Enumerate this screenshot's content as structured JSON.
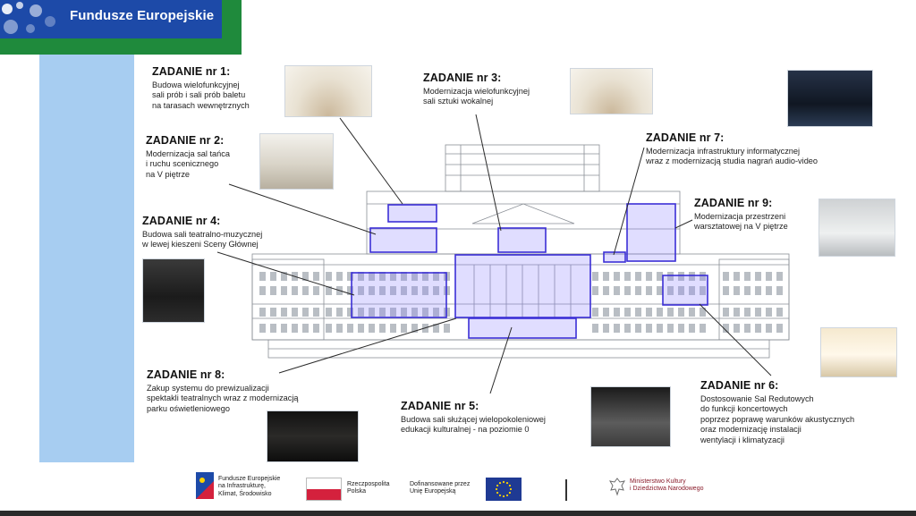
{
  "header": {
    "program_title": "Fundusze Europejskie"
  },
  "tasks": [
    {
      "id": "t1",
      "title": "ZADANIE nr 1:",
      "lines": [
        "Budowa wielofunkcyjnej",
        "sali prób i sali prób baletu",
        "na tarasach wewnętrznych"
      ]
    },
    {
      "id": "t2",
      "title": "ZADANIE nr 2:",
      "lines": [
        "Modernizacja sal tańca",
        "i ruchu scenicznego",
        "na V piętrze"
      ]
    },
    {
      "id": "t3",
      "title": "ZADANIE nr 3:",
      "lines": [
        "Modernizacja wielofunkcyjnej",
        "sali sztuki wokalnej"
      ]
    },
    {
      "id": "t4",
      "title": "ZADANIE nr 4:",
      "lines": [
        "Budowa sali teatralno-muzycznej",
        "w lewej kieszeni Sceny Głównej"
      ]
    },
    {
      "id": "t5",
      "title": "ZADANIE nr 5:",
      "lines": [
        "Budowa sali służącej wielopokoleniowej",
        "edukacji kulturalnej - na poziomie 0"
      ]
    },
    {
      "id": "t6",
      "title": "ZADANIE nr 6:",
      "lines": [
        "Dostosowanie Sal Redutowych",
        "do funkcji koncertowych",
        "poprzez poprawę warunków akustycznych",
        "oraz modernizację instalacji",
        "wentylacji i klimatyzacji"
      ]
    },
    {
      "id": "t7",
      "title": "ZADANIE nr 7:",
      "lines": [
        "Modernizacja infrastruktury informatycznej",
        "wraz z modernizacją studia nagrań audio-video"
      ]
    },
    {
      "id": "t8",
      "title": "ZADANIE nr 8:",
      "lines": [
        "Zakup systemu do prewizualizacji",
        "spektakli teatralnych wraz z modernizacją",
        "parku oświetleniowego"
      ]
    },
    {
      "id": "t9",
      "title": "ZADANIE nr 9:",
      "lines": [
        "Modernizacja przestrzeni",
        "warsztatowej na V piętrze"
      ]
    }
  ],
  "footer": {
    "fe_lines": [
      "Fundusze Europejskie",
      "na Infrastrukturę,",
      "Klimat, Środowisko"
    ],
    "pl_lines": [
      "Rzeczpospolita",
      "Polska"
    ],
    "eu_lines": [
      "Dofinansowane przez",
      "Unię Europejską"
    ],
    "ministry_lines": [
      "Ministerstwo Kultury",
      "i Dziedzictwa Narodowego"
    ]
  },
  "colors": {
    "highlight": "#3b2fd6",
    "highlight_fill": "#8f86ff",
    "eu_blue": "#1d4aa8",
    "eu_green": "#1f8a3c",
    "side_band": "#a7cdf1",
    "pl_red": "#d4213d",
    "eu_star": "#ffd200"
  },
  "icons": [
    "eu-stars-icon",
    "fe-logo-icon",
    "polish-flag-icon",
    "eu-flag-icon",
    "eagle-emblem-icon"
  ]
}
